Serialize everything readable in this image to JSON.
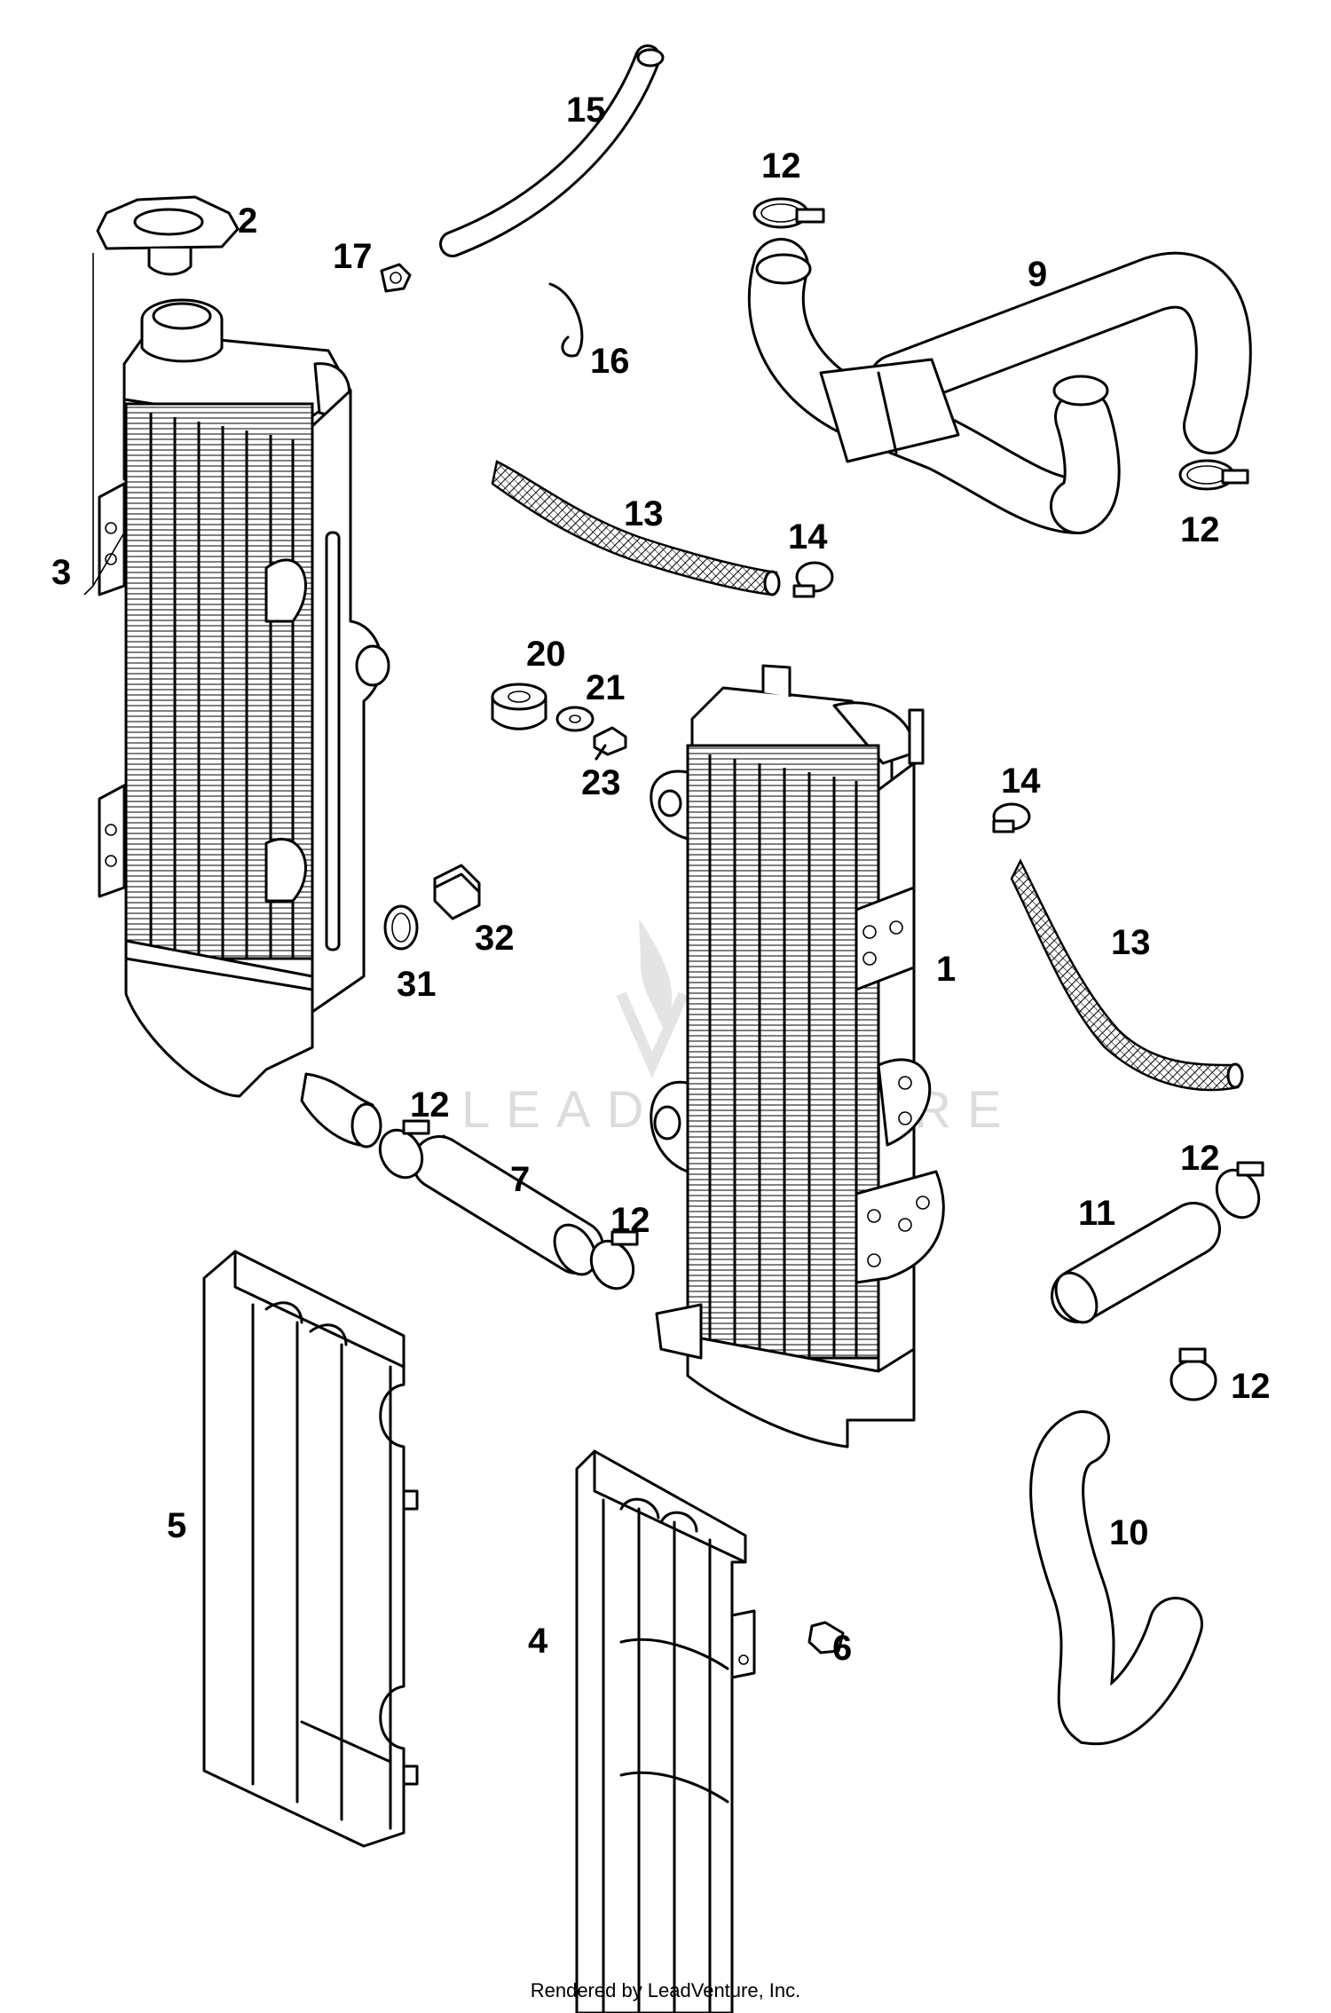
{
  "diagram": {
    "watermark": "LEADVENTURE",
    "footer": "Rendered by LeadVenture, Inc.",
    "callouts": {
      "c1": "1",
      "c2": "2",
      "c3": "3",
      "c4": "4",
      "c5": "5",
      "c6": "6",
      "c7": "7",
      "c9": "9",
      "c10": "10",
      "c11": "11",
      "c12a": "12",
      "c12b": "12",
      "c12c": "12",
      "c12d": "12",
      "c12e": "12",
      "c12f": "12",
      "c13a": "13",
      "c13b": "13",
      "c14a": "14",
      "c14b": "14",
      "c15": "15",
      "c16": "16",
      "c17": "17",
      "c20": "20",
      "c21": "21",
      "c23": "23",
      "c31": "31",
      "c32": "32"
    }
  }
}
